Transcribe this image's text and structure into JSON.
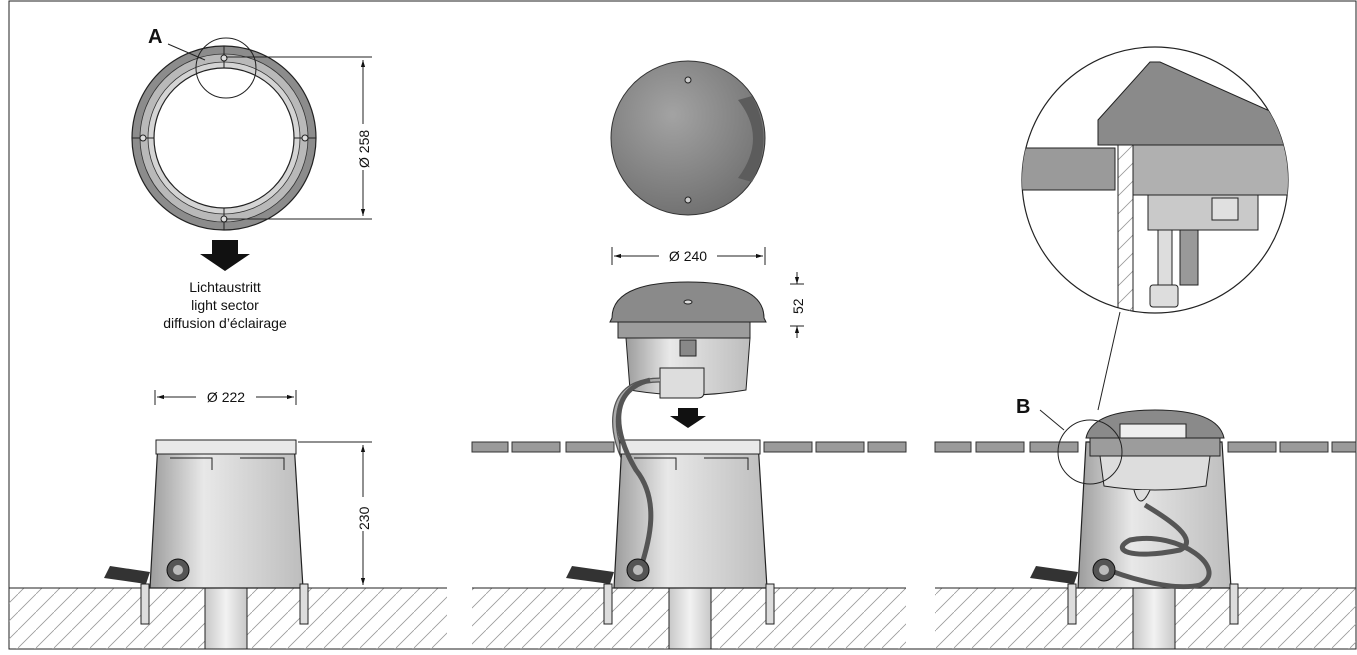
{
  "labels": {
    "detail_a": "A",
    "detail_b": "B",
    "light_sector": [
      "Lichtaustritt",
      "light sector",
      "diffusion d’éclairage"
    ]
  },
  "dimensions": {
    "ring_outer_diameter": "Ø 258",
    "housing_diameter": "Ø 222",
    "housing_height": "230",
    "cover_diameter": "Ø 240",
    "cover_height": "52"
  },
  "colors": {
    "line": "#1a1a1a",
    "metal_light": "#e4e4e4",
    "metal_mid": "#b3b3b3",
    "metal_dark": "#7d7d7d",
    "cover": "#8a8a8a",
    "ground_hatch": "#9a9a9a"
  },
  "icons": {
    "down_arrow": "down-arrow-icon",
    "screw_anchor": "anchor-icon",
    "cable_gland": "cable-gland-icon"
  }
}
